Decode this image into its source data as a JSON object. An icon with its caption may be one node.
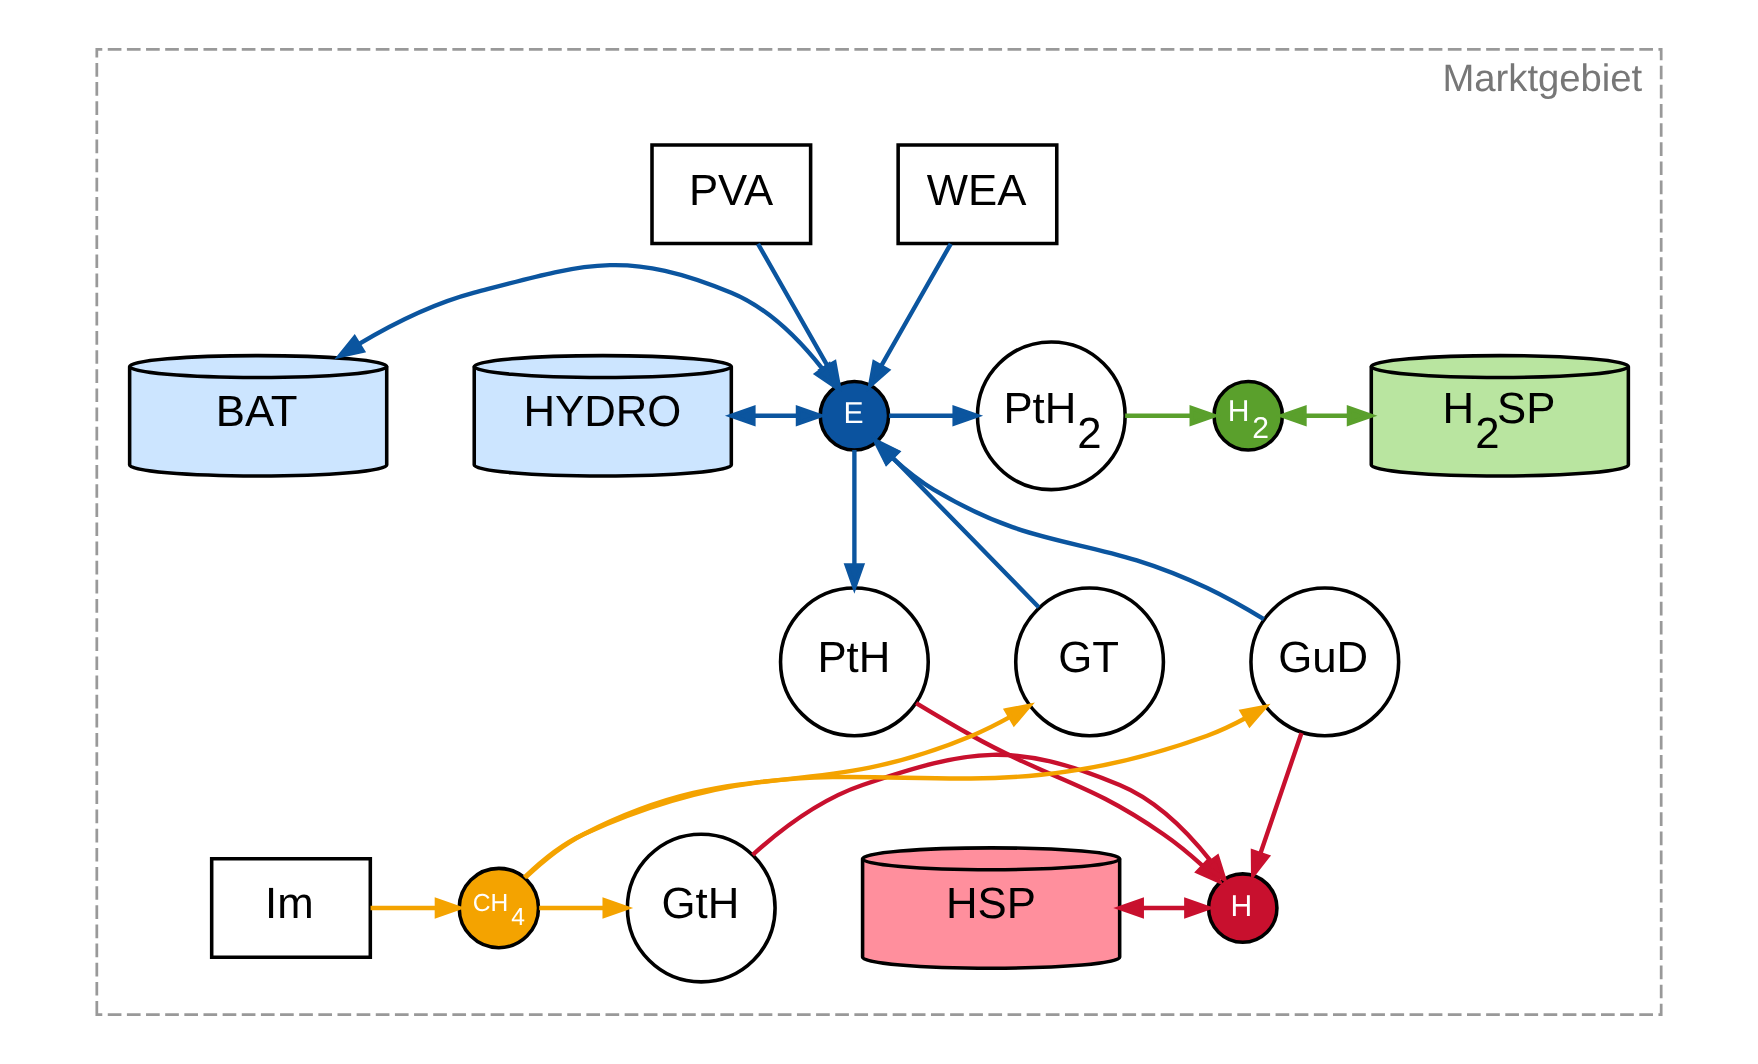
{
  "diagram": {
    "nodes": [
      {
        "text": [
          "Marktgebiet"
        ]
      },
      {
        "text": [
          "HYDRO"
        ],
        "in": 0
      },
      {
        "text": [
          "WEA"
        ],
        "in": 0
      },
      {
        "text": [
          "PVA"
        ],
        "in": 0
      },
      {
        "text": [
          "BAT"
        ],
        "in": 0
      },
      {
        "text": [
          "E"
        ],
        "in": 0
      },
      {
        "text": [
          "PtH$_{2}$"
        ],
        "in": 0
      },
      {
        "text": [
          "H$_{2}$"
        ],
        "in": 0
      },
      {
        "text": [
          "H$_{2}$SP"
        ],
        "in": 0
      },
      {
        "text": [
          "GT"
        ],
        "in": 0
      },
      {
        "text": [
          "PtH"
        ],
        "in": 0
      },
      {
        "text": [
          "GuD"
        ],
        "in": 0
      },
      {
        "text": [
          "HSP"
        ],
        "in": 0
      },
      {
        "text": [
          "H"
        ],
        "in": 0
      },
      {
        "text": [
          "GtH"
        ],
        "in": 0
      },
      {
        "text": [
          "CH$_{4}$"
        ],
        "in": 0
      },
      {
        "text": [
          "Im"
        ],
        "in": 0
      }
    ],
    "edges": [
      {
        "from": 1,
        "to": 5,
        "arrow": "both"
      },
      {
        "from": 2,
        "to": 5,
        "arrow": "to"
      },
      {
        "from": 3,
        "to": 5,
        "arrow": "to"
      },
      {
        "from": 4,
        "to": 5,
        "arrow": "both"
      },
      {
        "from": 5,
        "to": 6,
        "arrow": "to"
      },
      {
        "from": 6,
        "to": 7,
        "arrow": "to",
        "color": "#5aa02c"
      },
      {
        "from": 7,
        "to": 8,
        "arrow": "both",
        "color": "#5aa02c"
      },
      {
        "from": 9,
        "to": 5,
        "arrow": "to"
      },
      {
        "from": 11,
        "to": 5,
        "arrow": "to"
      },
      {
        "from": 5,
        "to": 10,
        "arrow": "to"
      },
      {
        "from": 10,
        "to": 13,
        "arrow": "to",
        "color": "#c8102e"
      },
      {
        "from": 11,
        "to": 13,
        "arrow": "to",
        "color": "#c8102e"
      },
      {
        "from": 14,
        "to": 13,
        "arrow": "to",
        "color": "#c8102e"
      },
      {
        "from": 12,
        "to": 13,
        "arrow": "both",
        "color": "#c8102e"
      },
      {
        "from": 15,
        "to": 14,
        "arrow": "to",
        "color": "#f4a300"
      },
      {
        "from": 15,
        "to": 11,
        "arrow": "to",
        "color": "#f4a300"
      },
      {
        "from": 15,
        "to": 9,
        "arrow": "to",
        "color": "#f4a300"
      },
      {
        "from": 16,
        "to": 15,
        "arrow": "to",
        "color": "#f4a300"
      }
    ]
  }
}
